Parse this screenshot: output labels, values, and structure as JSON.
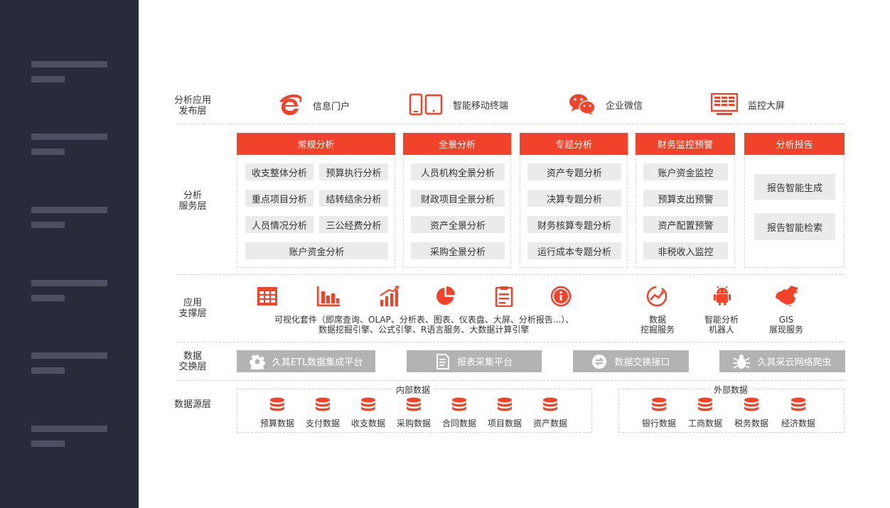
{
  "layers": {
    "publish": "分析应用\n发布层",
    "service": "分析\n服务层",
    "support": "应用\n支撑层",
    "exchange": "数据\n交换层",
    "source": "数据源层"
  },
  "publish_items": [
    {
      "icon": "ie-browser-icon",
      "label": "信息门户"
    },
    {
      "icon": "mobile-tablet-icon",
      "label": "智能移动终端"
    },
    {
      "icon": "wechat-icon",
      "label": "企业微信"
    },
    {
      "icon": "monitor-screen-icon",
      "label": "监控大屏"
    }
  ],
  "service_columns": [
    {
      "title": "常规分析",
      "cells": [
        "收支整体分析",
        "预算执行分析",
        "重点项目分析",
        "结转结余分析",
        "人员情况分析",
        "三公经费分析",
        "账户资金分析"
      ]
    },
    {
      "title": "全景分析",
      "cells": [
        "人员机构全景分析",
        "财政项目全景分析",
        "资产全景分析",
        "采购全景分析"
      ]
    },
    {
      "title": "专题分析",
      "cells": [
        "资产专题分析",
        "决算专题分析",
        "财务核算专题分析",
        "运行成本专题分析"
      ]
    },
    {
      "title": "财务监控预警",
      "cells": [
        "账户资金监控",
        "预算支出预警",
        "资产配置预警",
        "非税收入监控"
      ]
    },
    {
      "title": "分析报告",
      "cells": [
        "报告智能生成",
        "报告智能检索"
      ]
    }
  ],
  "support": {
    "icons": [
      "table-icon",
      "bar-chart-icon",
      "growth-chart-icon",
      "pie-chart-icon",
      "clipboard-icon",
      "info-icon"
    ],
    "line1": "可视化套件（即席查询、OLAP、分析表、图表、仪表盘、大屏、分析报告...）、",
    "line2": "数据挖掘引擎、公式引擎、R语言服务、大数据计算引擎",
    "services": [
      {
        "icon": "trend-circle-icon",
        "line1": "数据",
        "line2": "挖掘服务"
      },
      {
        "icon": "android-robot-icon",
        "line1": "智能分析",
        "line2": "机器人"
      },
      {
        "icon": "china-map-icon",
        "line1": "GIS",
        "line2": "展现服务"
      }
    ]
  },
  "exchange": [
    {
      "icon": "gear-icon",
      "label": "久其ETL数据集成平台"
    },
    {
      "icon": "document-icon",
      "label": "报表采集平台"
    },
    {
      "icon": "exchange-icon",
      "label": "数据交换接口"
    },
    {
      "icon": "bug-icon",
      "label": "久其采云网络爬虫"
    }
  ],
  "sources": {
    "internal": {
      "title": "内部数据",
      "items": [
        "预算数据",
        "支付数据",
        "收支数据",
        "采购数据",
        "合同数据",
        "项目数据",
        "资产数据"
      ]
    },
    "external": {
      "title": "外部数据",
      "items": [
        "银行数据",
        "工商数据",
        "税务数据",
        "经济数据"
      ]
    }
  },
  "colors": {
    "accent": "#f1432a",
    "sidebar": "#282b3a",
    "cell": "#ebebeb",
    "exchange": "#b3b3b3"
  }
}
